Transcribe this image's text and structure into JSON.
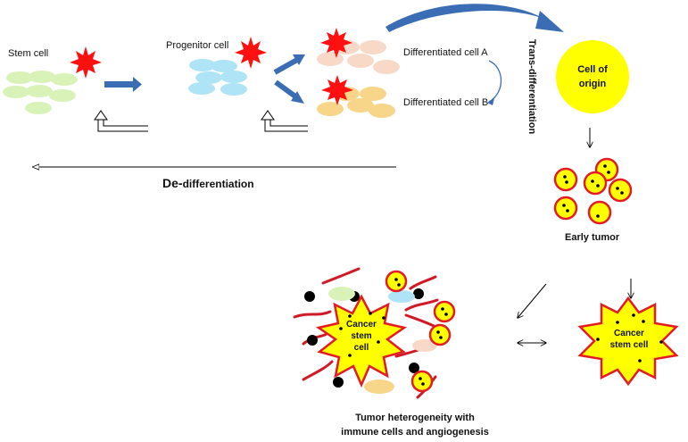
{
  "labels": {
    "stem_cell": "Stem cell",
    "progenitor_cell": "Progenitor cell",
    "diff_a": "Differentiated cell A",
    "diff_b": "Differentiated cell B",
    "trans_diff": "Trans-differentiation",
    "cell_of_origin_1": "Cell of",
    "cell_of_origin_2": "origin",
    "de_prefix": "De-",
    "de_suffix": "differentiation",
    "early_tumor": "Early tumor",
    "csc_left_1": "Cancer",
    "csc_left_2": "stem",
    "csc_left_3": "cell",
    "csc_right_1": "Cancer",
    "csc_right_2": "stem cell",
    "heterogeneity_1": "Tumor heterogeneity with",
    "heterogeneity_2": "immune cells and angiogenesis"
  },
  "colors": {
    "stem": "#d9f2b8",
    "progenitor": "#aee4f5",
    "diff_a": "#f8d9c8",
    "diff_b": "#f7d68a",
    "yellow": "#ffff00",
    "tumor_ring": "#e31b23",
    "burst": "#ff1010",
    "blue_arrow": "#3b6db5",
    "vessel": "#d01a28"
  }
}
